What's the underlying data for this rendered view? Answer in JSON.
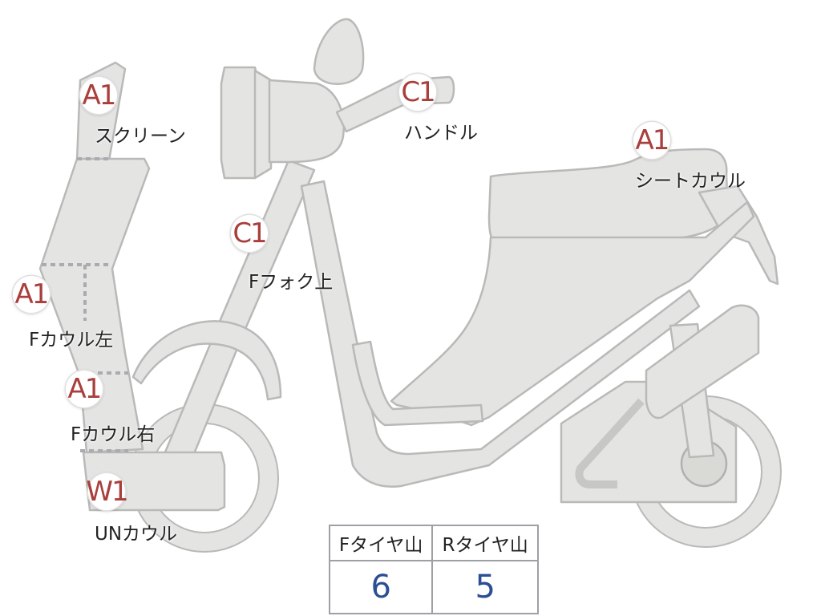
{
  "badges": {
    "screen": "A1",
    "handle": "C1",
    "seat_cowl": "A1",
    "fork_upper": "C1",
    "f_cowl_left": "A1",
    "f_cowl_right": "A1",
    "un_cowl": "W1"
  },
  "labels": {
    "screen": "スクリーン",
    "handle": "ハンドル",
    "seat_cowl": "シートカウル",
    "fork_upper": "Fフォク上",
    "f_cowl_left": "Fカウル左",
    "f_cowl_right": "Fカウル右",
    "un_cowl": "UNカウル"
  },
  "tire_table": {
    "front_header": "Fタイヤ山",
    "rear_header": "Rタイヤ山",
    "front_value": "6",
    "rear_value": "5"
  },
  "colors": {
    "part_fill": "#e4e4e2",
    "part_stroke": "#b9bab7",
    "badge_text": "#a93f3c",
    "value_text": "#2c4f93"
  }
}
